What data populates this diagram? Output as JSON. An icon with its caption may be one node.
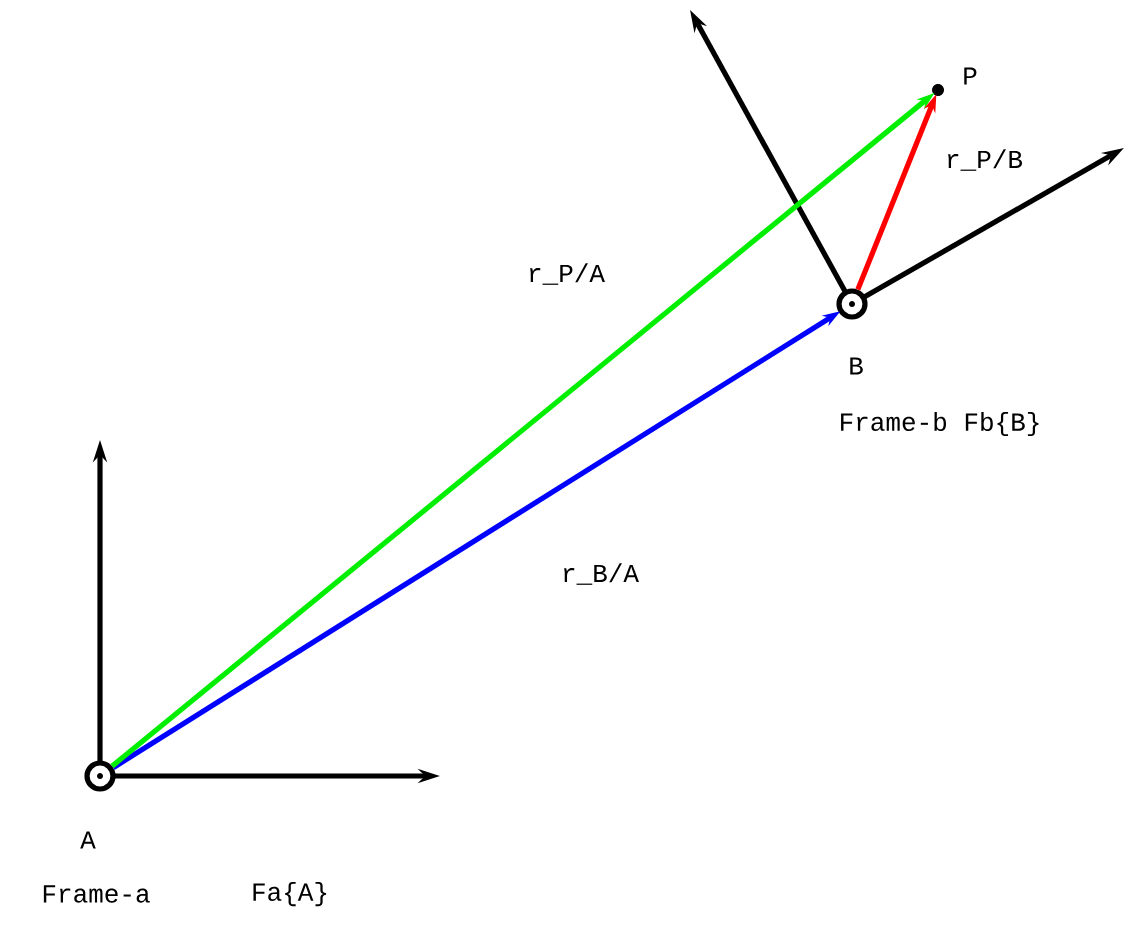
{
  "diagram": {
    "nodes": [
      {
        "text": [
          "A"
        ],
        "beside": [
          "Frame-a",
          "Fa{A}"
        ]
      },
      {
        "text": [
          "B"
        ],
        "beside": [
          "Frame-b Fb{B}"
        ]
      },
      {
        "text": [
          "P"
        ]
      }
    ],
    "edges": [
      {
        "from": 0,
        "to": 1,
        "arrow": "to",
        "label": "r_B/A",
        "color": "#0000ff"
      },
      {
        "from": 0,
        "to": 2,
        "arrow": "to",
        "label": "r_P/A",
        "color": "#00ee00"
      },
      {
        "from": 1,
        "to": 2,
        "arrow": "to",
        "label": "r_P/B",
        "color": "#ff0000"
      }
    ]
  }
}
